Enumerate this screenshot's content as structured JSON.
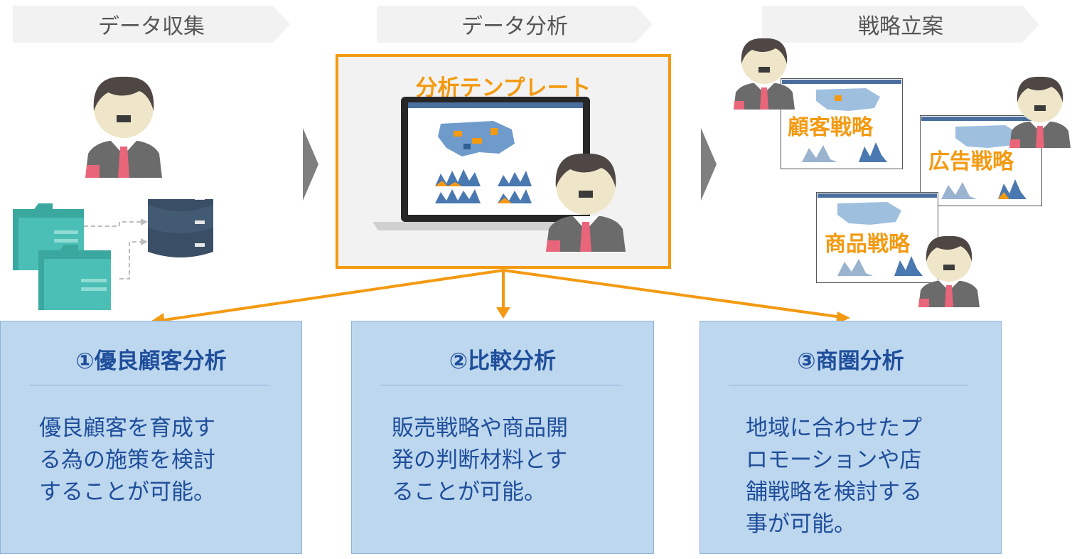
{
  "steps": [
    {
      "label": "データ収集"
    },
    {
      "label": "データ分析"
    },
    {
      "label": "戦略立案"
    }
  ],
  "template": {
    "title": "分析テンプレート"
  },
  "strategies": [
    {
      "label": "顧客戦略"
    },
    {
      "label": "広告戦略"
    },
    {
      "label": "商品戦略"
    }
  ],
  "cards": [
    {
      "title": "①優良顧客分析",
      "body": "優良顧客を育成す\nる為の施策を検討\nすることが可能。"
    },
    {
      "title": "②比較分析",
      "body": "販売戦略や商品開\n発の判断材料とす\nることが可能。"
    },
    {
      "title": "③商圏分析",
      "body": "地域に合わせたプ\nロモーションや店\n舗戦略を検討する\n事が可能。"
    }
  ],
  "colors": {
    "accent": "#f39a12",
    "card_fill": "#bdd7ee",
    "card_text": "#1f4e9b",
    "step_fill": "#f2f2f2",
    "folder": "#4bbfb5",
    "database": "#3a4f66"
  }
}
